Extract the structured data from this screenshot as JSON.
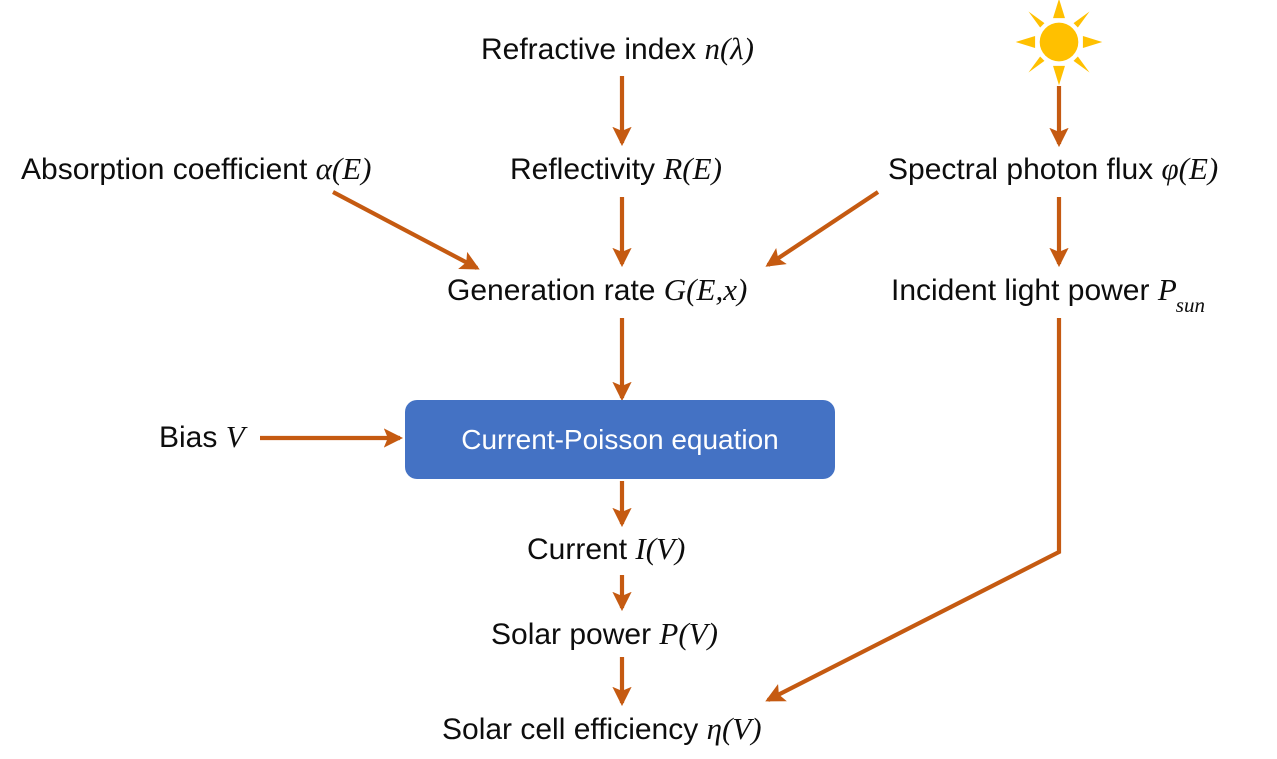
{
  "diagram": {
    "title": "Solar cell simulation flow diagram",
    "background_color": "#ffffff",
    "arrow_color": "#C55A11",
    "box_color": "#4472C4",
    "box_text_color": "#ffffff",
    "text_color": "#0d0d0d",
    "sun_color": "#FFC000",
    "nodes": [
      {
        "id": "refractive-index",
        "text_plain": "Refractive index n(λ)",
        "label": "Refractive index ",
        "symbol": "n(λ)"
      },
      {
        "id": "absorption-coefficient",
        "text_plain": "Absorption coefficient α(E)",
        "label": "Absorption coefficient ",
        "symbol": "α(E)"
      },
      {
        "id": "reflectivity",
        "text_plain": "Reflectivity R(E)",
        "label": "Reflectivity ",
        "symbol": "R(E)"
      },
      {
        "id": "spectral-photon-flux",
        "text_plain": "Spectral photon flux φ(E)",
        "label": "Spectral photon flux ",
        "symbol": "φ(E)"
      },
      {
        "id": "generation-rate",
        "text_plain": "Generation rate G(E,x)",
        "label": "Generation rate ",
        "symbol": "G(E,x)"
      },
      {
        "id": "incident-light-power",
        "text_plain": "Incident light power P_sun",
        "label": "Incident light power ",
        "symbol": "P",
        "subscript": "sun"
      },
      {
        "id": "bias",
        "text_plain": "Bias V",
        "label": "Bias ",
        "symbol": "V"
      },
      {
        "id": "current-poisson-equation",
        "text_plain": "Current-Poisson equation",
        "label": "Current-Poisson equation",
        "type": "process-box"
      },
      {
        "id": "current",
        "text_plain": "Current I(V)",
        "label": "Current ",
        "symbol": "I(V)"
      },
      {
        "id": "solar-power",
        "text_plain": "Solar power P(V)",
        "label": "Solar power ",
        "symbol": "P(V)"
      },
      {
        "id": "solar-cell-efficiency",
        "text_plain": "Solar cell efficiency η(V)",
        "label": "Solar cell efficiency ",
        "symbol": "η(V)"
      }
    ],
    "icons": [
      {
        "id": "sun",
        "name": "sun-icon",
        "rays": 8,
        "color": "#FFC000"
      }
    ],
    "edges": [
      {
        "from": "refractive-index",
        "to": "reflectivity",
        "kind": "vertical"
      },
      {
        "from": "sun",
        "to": "spectral-photon-flux",
        "kind": "vertical"
      },
      {
        "from": "absorption-coefficient",
        "to": "generation-rate",
        "kind": "diagonal"
      },
      {
        "from": "reflectivity",
        "to": "generation-rate",
        "kind": "vertical"
      },
      {
        "from": "spectral-photon-flux",
        "to": "generation-rate",
        "kind": "diagonal"
      },
      {
        "from": "spectral-photon-flux",
        "to": "incident-light-power",
        "kind": "vertical"
      },
      {
        "from": "generation-rate",
        "to": "current-poisson-equation",
        "kind": "vertical"
      },
      {
        "from": "bias",
        "to": "current-poisson-equation",
        "kind": "horizontal"
      },
      {
        "from": "current-poisson-equation",
        "to": "current",
        "kind": "vertical"
      },
      {
        "from": "current",
        "to": "solar-power",
        "kind": "vertical"
      },
      {
        "from": "solar-power",
        "to": "solar-cell-efficiency",
        "kind": "vertical"
      },
      {
        "from": "incident-light-power",
        "to": "solar-cell-efficiency",
        "kind": "elbow"
      }
    ]
  }
}
